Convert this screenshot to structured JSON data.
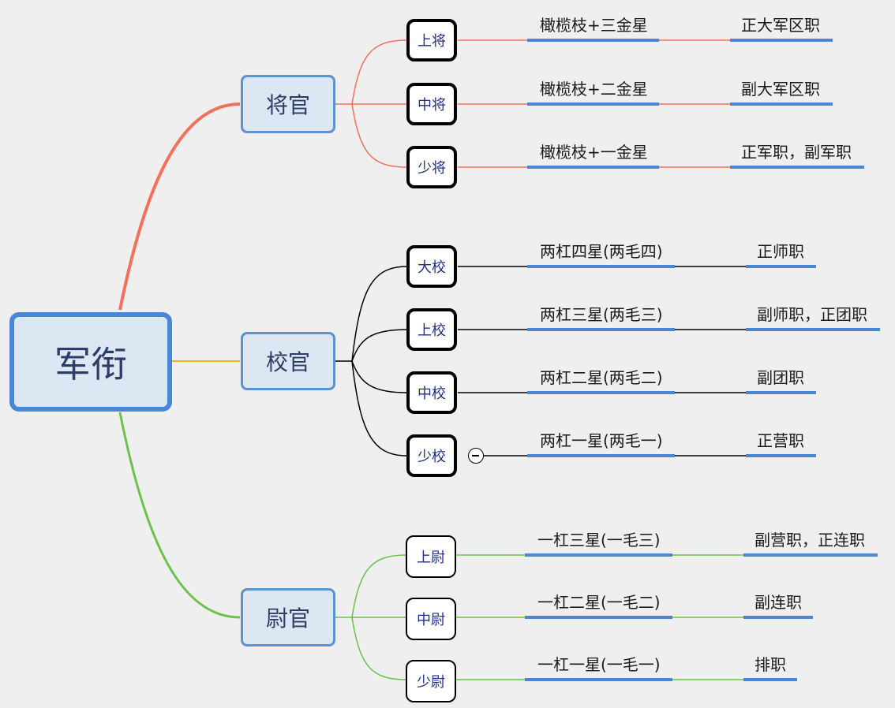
{
  "root": {
    "label": "军衔"
  },
  "colors": {
    "branch_general": "#f5705a",
    "branch_field": "#f0b21c",
    "branch_company": "#6cc24a",
    "child_general": "#f5705a",
    "child_field": "#000000",
    "child_company": "#6cc24a",
    "underline": "#4a86d6"
  },
  "categories": [
    {
      "label": "将官",
      "ranks": [
        {
          "label": "上将",
          "insignia": "橄榄枝+三金星",
          "post": "正大军区职"
        },
        {
          "label": "中将",
          "insignia": "橄榄枝+二金星",
          "post": "副大军区职"
        },
        {
          "label": "少将",
          "insignia": "橄榄枝+一金星",
          "post": "正军职，副军职"
        }
      ]
    },
    {
      "label": "校官",
      "ranks": [
        {
          "label": "大校",
          "insignia": "两杠四星(两毛四)",
          "post": "正师职"
        },
        {
          "label": "上校",
          "insignia": "两杠三星(两毛三)",
          "post": "副师职，正团职"
        },
        {
          "label": "中校",
          "insignia": "两杠二星(两毛二)",
          "post": "副团职"
        },
        {
          "label": "少校",
          "insignia": "两杠一星(两毛一)",
          "post": "正营职",
          "collapse_icon": "minus-circle-icon"
        }
      ]
    },
    {
      "label": "尉官",
      "ranks": [
        {
          "label": "上尉",
          "insignia": "一杠三星(一毛三)",
          "post": "副营职，正连职"
        },
        {
          "label": "中尉",
          "insignia": "一杠二星(一毛二)",
          "post": "副连职"
        },
        {
          "label": "少尉",
          "insignia": "一杠一星(一毛一)",
          "post": "排职"
        }
      ]
    }
  ]
}
